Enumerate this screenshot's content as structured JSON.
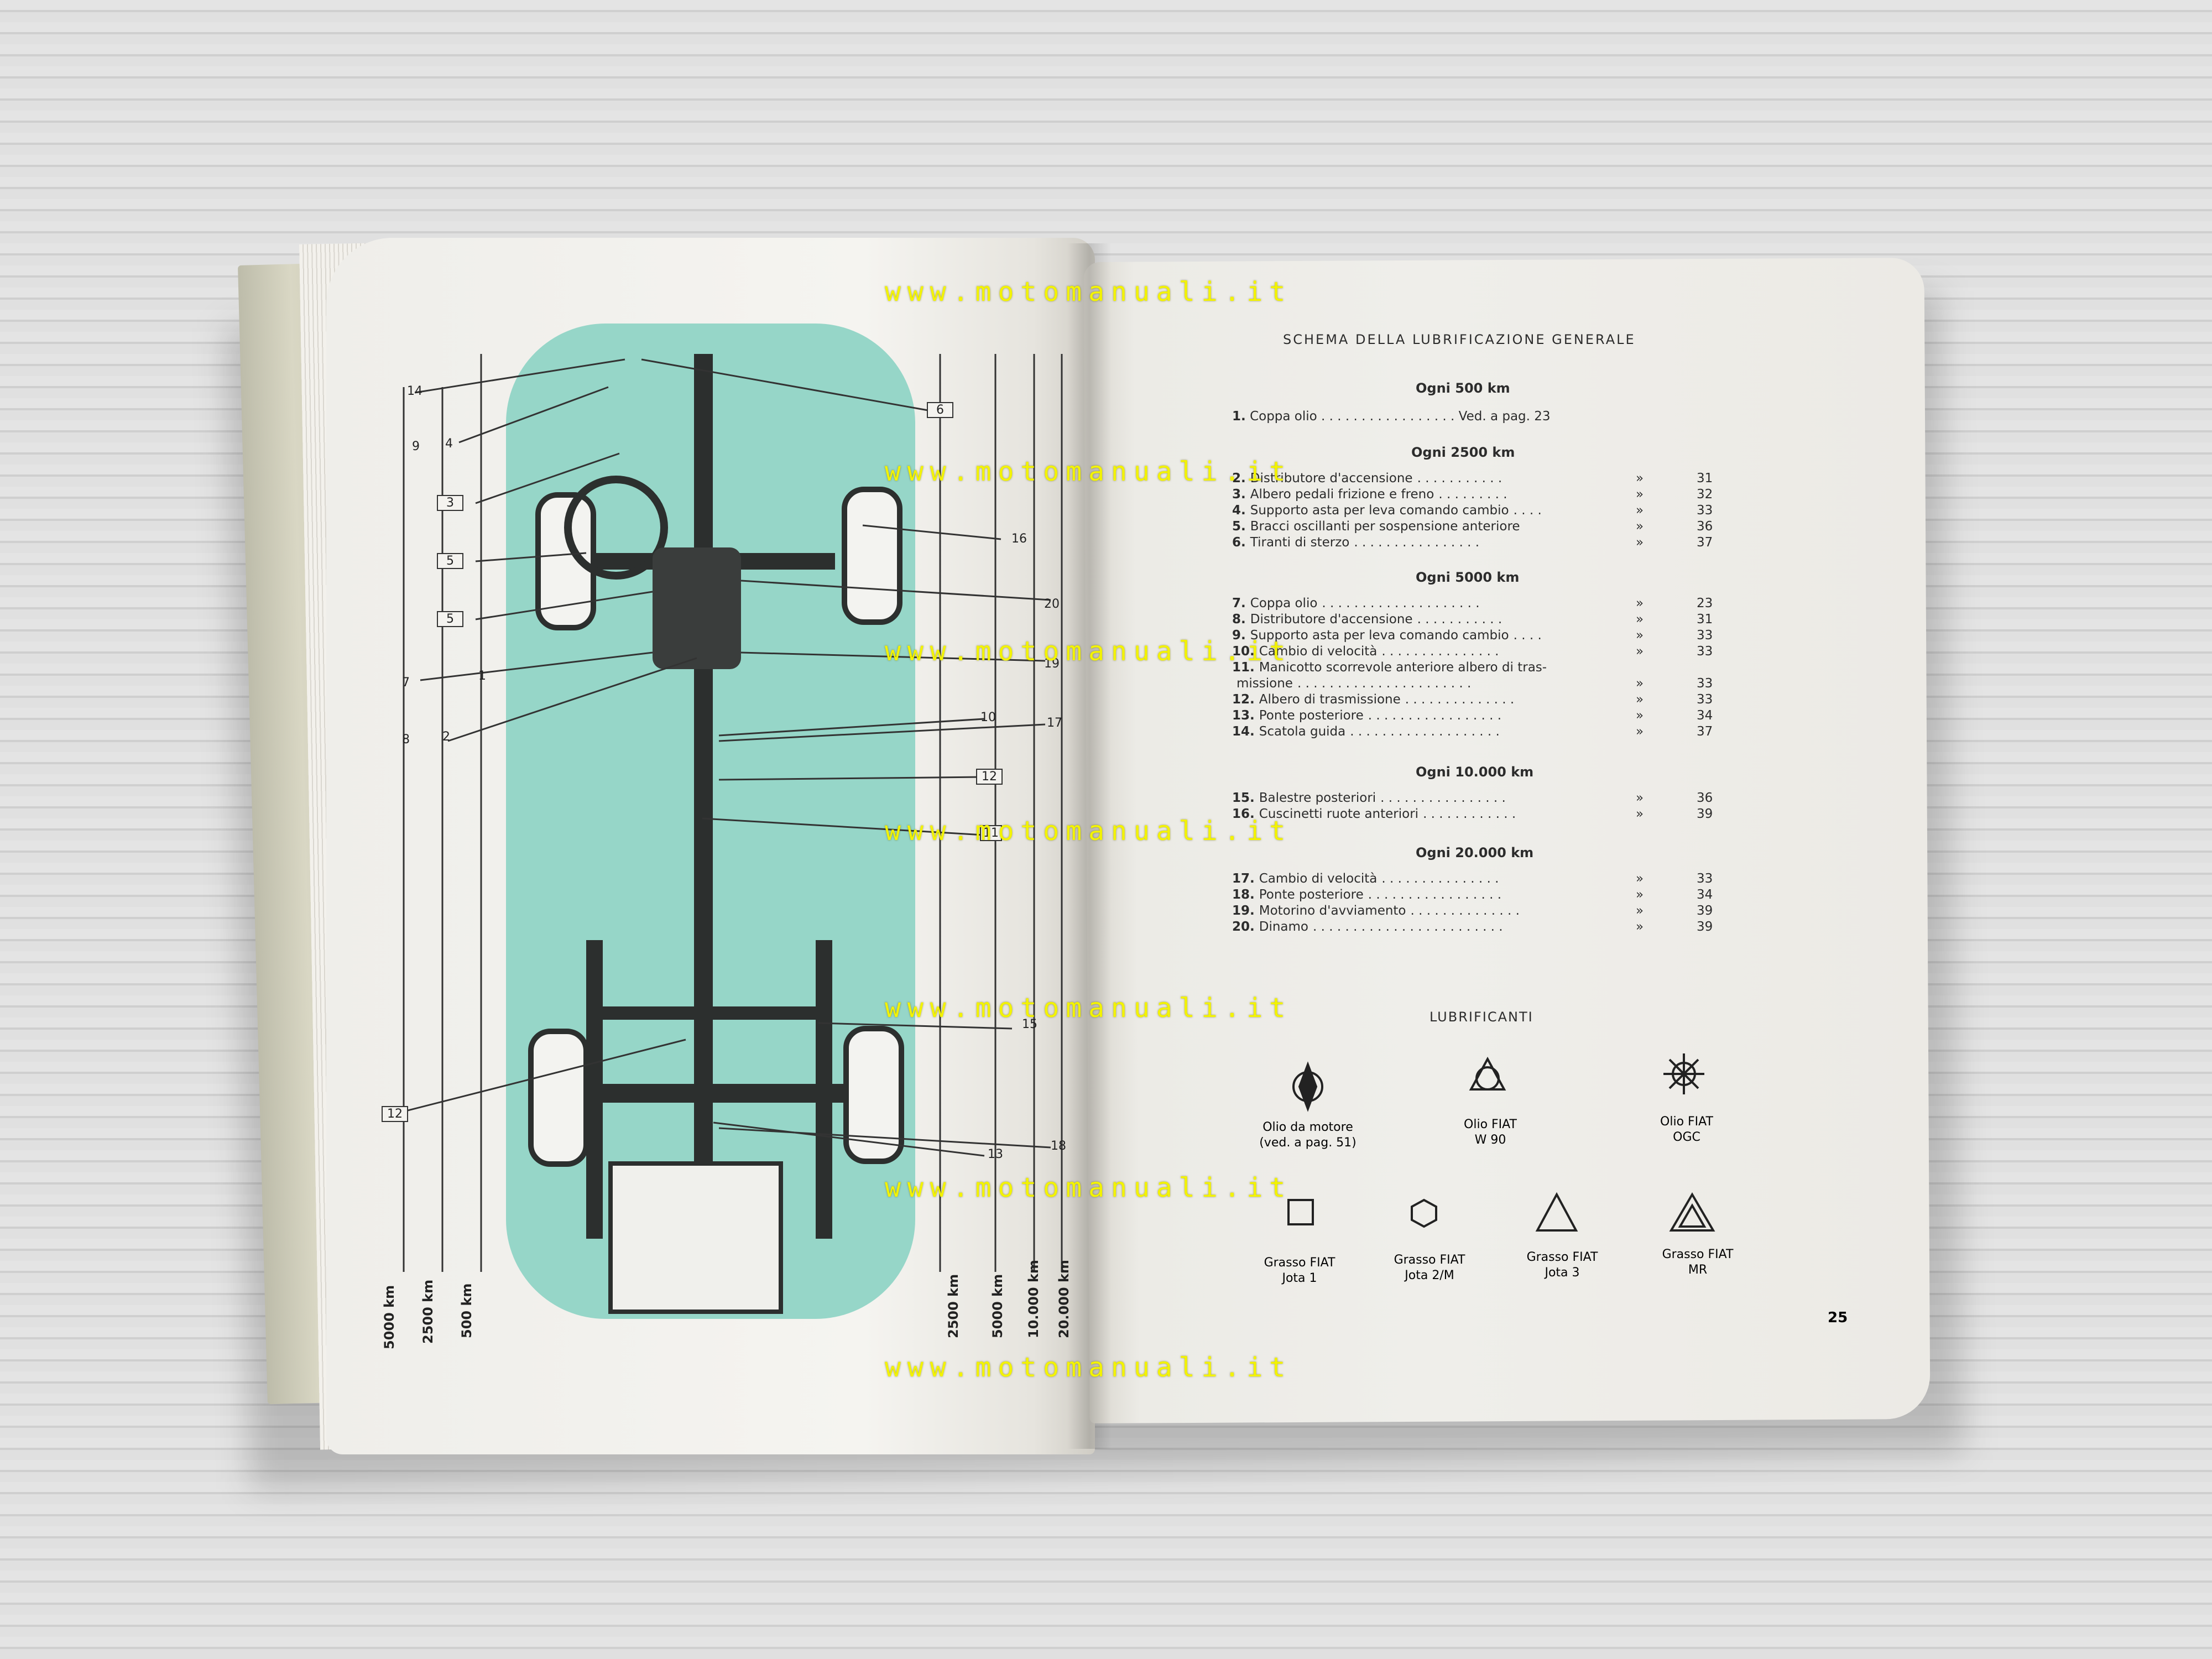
{
  "left_page": {
    "markers": {
      "top_left_triangle": "14",
      "left_triangle_9": "9",
      "left_triangle_4": "4",
      "square_3": "3",
      "square_5a": "5",
      "square_5b": "5",
      "diamond_7": "7",
      "diamond_1": "1",
      "triangle_8": "8",
      "triangle_2": "2",
      "square_12_left": "12",
      "square_6": "6",
      "triangle_16": "16",
      "diamond_20": "20",
      "diamond_19_top": "19",
      "triangle_10": "10",
      "diamond_17": "17",
      "square_12_right": "12",
      "square_11": "11",
      "star_15": "15",
      "triangle_13": "13",
      "diamond_18": "18"
    },
    "km_labels_left": [
      "5000 km",
      "2500 km",
      "500 km"
    ],
    "km_labels_right": [
      "2500 km",
      "5000 km",
      "10.000 km",
      "20.000 km"
    ]
  },
  "right_page": {
    "title": "SCHEMA DELLA LUBRIFICAZIONE GENERALE",
    "sections": [
      {
        "heading": "Ogni 500 km",
        "items": [
          {
            "num": "1.",
            "label": "Coppa olio",
            "dots": ". . . . . . . . . . . . . . . . .",
            "ref": "Ved. a pag. 23",
            "page": ""
          }
        ]
      },
      {
        "heading": "Ogni 2500 km",
        "items": [
          {
            "num": "2.",
            "label": "Distributore d'accensione",
            "dots": ". . . . . . . . . . .",
            "ref": "»",
            "page": "31"
          },
          {
            "num": "3.",
            "label": "Albero pedali frizione e freno",
            "dots": ". . . . . . . . .",
            "ref": "»",
            "page": "32"
          },
          {
            "num": "4.",
            "label": "Supporto asta per leva comando cambio",
            "dots": ". . . .",
            "ref": "»",
            "page": "33"
          },
          {
            "num": "5.",
            "label": "Bracci oscillanti per sospensione anteriore",
            "dots": "",
            "ref": "»",
            "page": "36"
          },
          {
            "num": "6.",
            "label": "Tiranti di sterzo",
            "dots": ". . . . . . . . . . . . . . . .",
            "ref": "»",
            "page": "37"
          }
        ]
      },
      {
        "heading": "Ogni 5000 km",
        "items": [
          {
            "num": "7.",
            "label": "Coppa olio",
            "dots": ". . . . . . . . . . . . . . . . . . . .",
            "ref": "»",
            "page": "23"
          },
          {
            "num": "8.",
            "label": "Distributore d'accensione",
            "dots": ". . . . . . . . . . .",
            "ref": "»",
            "page": "31"
          },
          {
            "num": "9.",
            "label": "Supporto asta per leva comando cambio",
            "dots": ". . . .",
            "ref": "»",
            "page": "33"
          },
          {
            "num": "10.",
            "label": "Cambio di velocità",
            "dots": ". . . . . . . . . . . . . . .",
            "ref": "»",
            "page": "33"
          },
          {
            "num": "11.",
            "label": "Manicotto scorrevole anteriore albero di tras-",
            "dots": "",
            "ref": "",
            "page": ""
          },
          {
            "num": "",
            "label": "missione",
            "dots": ". . . . . . . . . . . . . . . . . . . . . .",
            "ref": "»",
            "page": "33"
          },
          {
            "num": "12.",
            "label": "Albero di trasmissione",
            "dots": ". . . . . . . . . . . . . .",
            "ref": "»",
            "page": "33"
          },
          {
            "num": "13.",
            "label": "Ponte posteriore",
            "dots": ". . . . . . . . . . . . . . . . .",
            "ref": "»",
            "page": "34"
          },
          {
            "num": "14.",
            "label": "Scatola guida",
            "dots": ". . . . . . . . . . . . . . . . . . .",
            "ref": "»",
            "page": "37"
          }
        ]
      },
      {
        "heading": "Ogni 10.000 km",
        "items": [
          {
            "num": "15.",
            "label": "Balestre posteriori",
            "dots": ". . . . . . . . . . . . . . . .",
            "ref": "»",
            "page": "36"
          },
          {
            "num": "16.",
            "label": "Cuscinetti ruote anteriori",
            "dots": ". . . . . . . . . . . .",
            "ref": "»",
            "page": "39"
          }
        ]
      },
      {
        "heading": "Ogni 20.000 km",
        "items": [
          {
            "num": "17.",
            "label": "Cambio di velocità",
            "dots": ". . . . . . . . . . . . . . .",
            "ref": "»",
            "page": "33"
          },
          {
            "num": "18.",
            "label": "Ponte posteriore",
            "dots": ". . . . . . . . . . . . . . . . .",
            "ref": "»",
            "page": "34"
          },
          {
            "num": "19.",
            "label": "Motorino d'avviamento",
            "dots": ". . . . . . . . . . . . . .",
            "ref": "»",
            "page": "39"
          },
          {
            "num": "20.",
            "label": "Dinamo",
            "dots": ". . . . . . . . . . . . . . . . . . . . . . . .",
            "ref": "»",
            "page": "39"
          }
        ]
      }
    ],
    "lubricants_title": "LUBRIFICANTI",
    "lubricants": [
      {
        "icon": "diamond-circle-icon",
        "line1": "Olio da motore",
        "line2": "(ved. a pag. 51)"
      },
      {
        "icon": "triangle-circle-icon",
        "line1": "Olio FIAT",
        "line2": "W 90"
      },
      {
        "icon": "star-icon",
        "line1": "Olio FIAT",
        "line2": "OGC"
      },
      {
        "icon": "square-icon",
        "line1": "Grasso FIAT",
        "line2": "Jota 1"
      },
      {
        "icon": "hexagon-icon",
        "line1": "Grasso FIAT",
        "line2": "Jota 2/M"
      },
      {
        "icon": "triangle-icon",
        "line1": "Grasso FIAT",
        "line2": "Jota 3"
      },
      {
        "icon": "double-triangle-icon",
        "line1": "Grasso FIAT",
        "line2": "MR"
      }
    ],
    "page_number": "25"
  },
  "watermark": "www.motomanuali.it",
  "colors": {
    "chassis_bg": "#96d6c8",
    "watermark": "#f3f300",
    "ink": "#2c2c2c"
  }
}
